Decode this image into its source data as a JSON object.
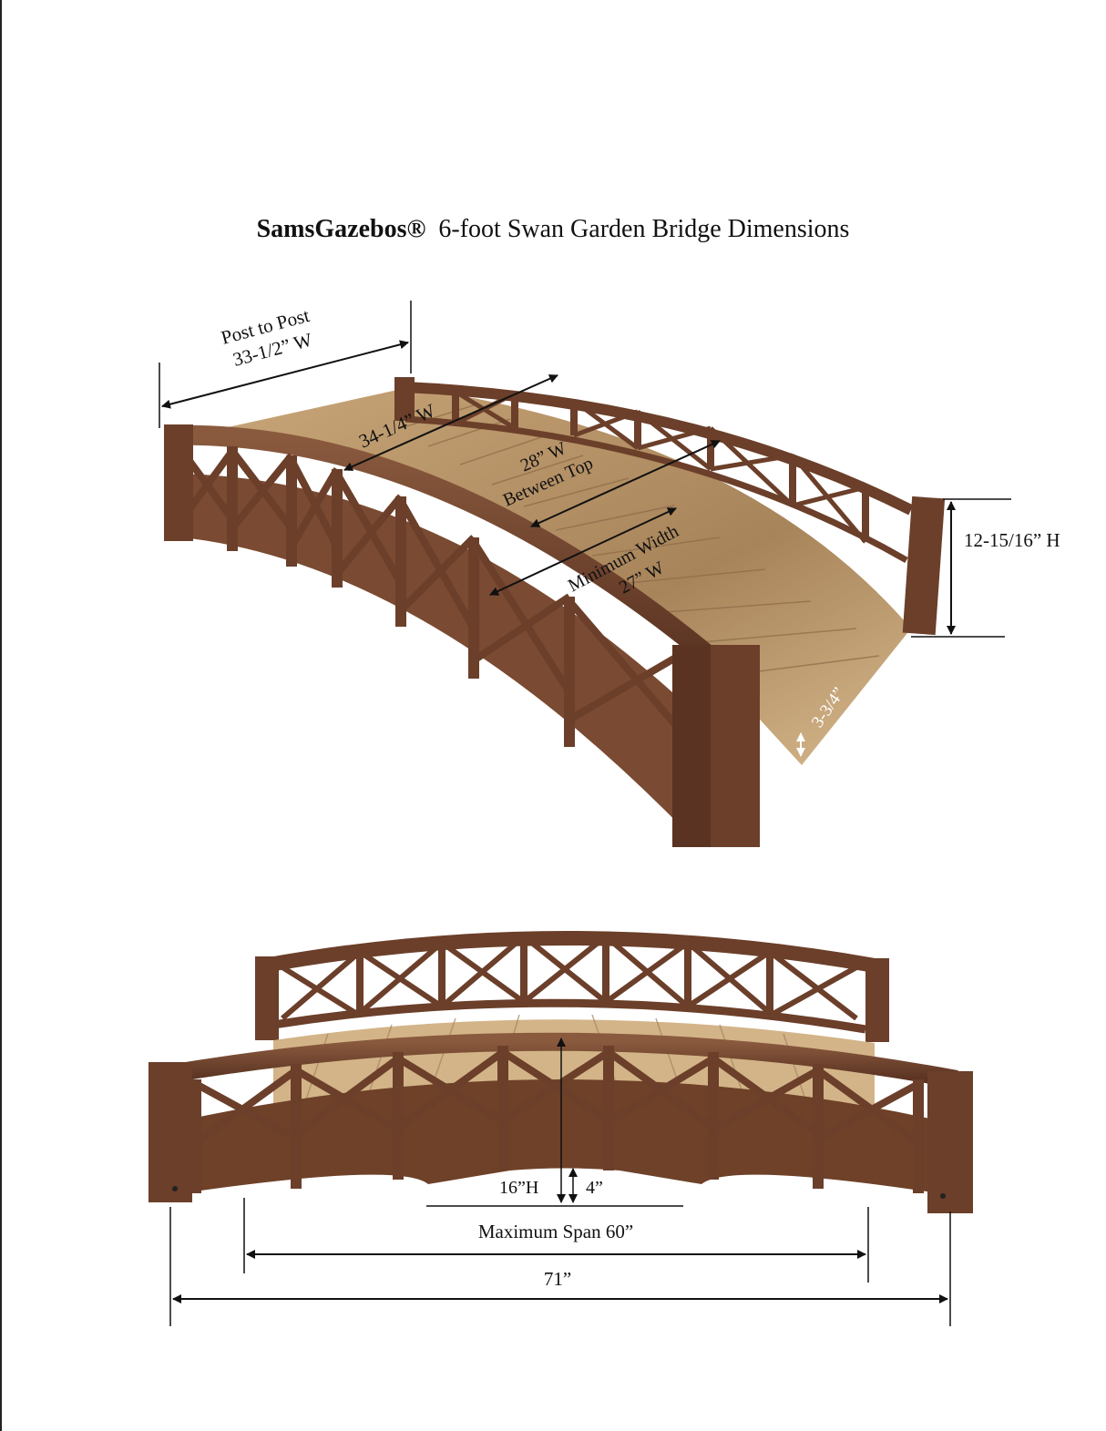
{
  "title": {
    "brand": "SamsGazebos®",
    "text": "6-foot Swan Garden Bridge Dimensions"
  },
  "colors": {
    "wood_dark": "#5a3322",
    "wood_mid": "#7a4a32",
    "wood_deck": "#b8946a",
    "wood_deck_light": "#d3b488",
    "line": "#111111"
  },
  "top_view": {
    "post_to_post_label": "Post to Post",
    "post_to_post_value": "33-1/2” W",
    "outer_width": "34-1/4” W",
    "between_top_value": "28” W",
    "between_top_label": "Between Top",
    "min_width_label": "Minimum Width",
    "min_width_value": "27” W",
    "height": "12-15/16” H",
    "deck_thickness": "3-3/4”"
  },
  "side_view": {
    "height_label": "16”H",
    "clearance_label": "4”",
    "max_span": "Maximum Span  60”",
    "overall_length": "71”"
  }
}
